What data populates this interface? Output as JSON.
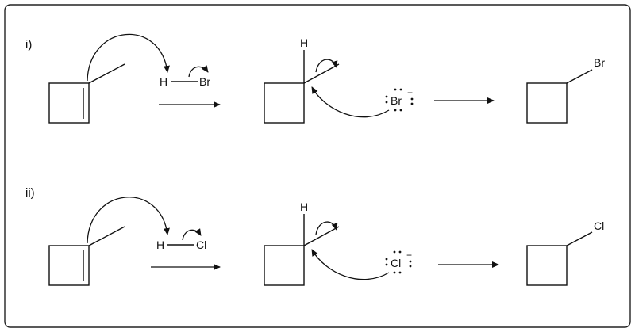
{
  "reactions": [
    {
      "label": "i)",
      "reagent": {
        "h": "H",
        "x": "Br"
      },
      "intermediate": {
        "h": "H"
      },
      "anion": {
        "element": "Br",
        "charge": "−"
      },
      "product": {
        "substituent": "Br"
      }
    },
    {
      "label": "ii)",
      "reagent": {
        "h": "H",
        "x": "Cl"
      },
      "intermediate": {
        "h": "H"
      },
      "anion": {
        "element": "Cl",
        "charge": "−"
      },
      "product": {
        "substituent": "Cl"
      }
    }
  ]
}
